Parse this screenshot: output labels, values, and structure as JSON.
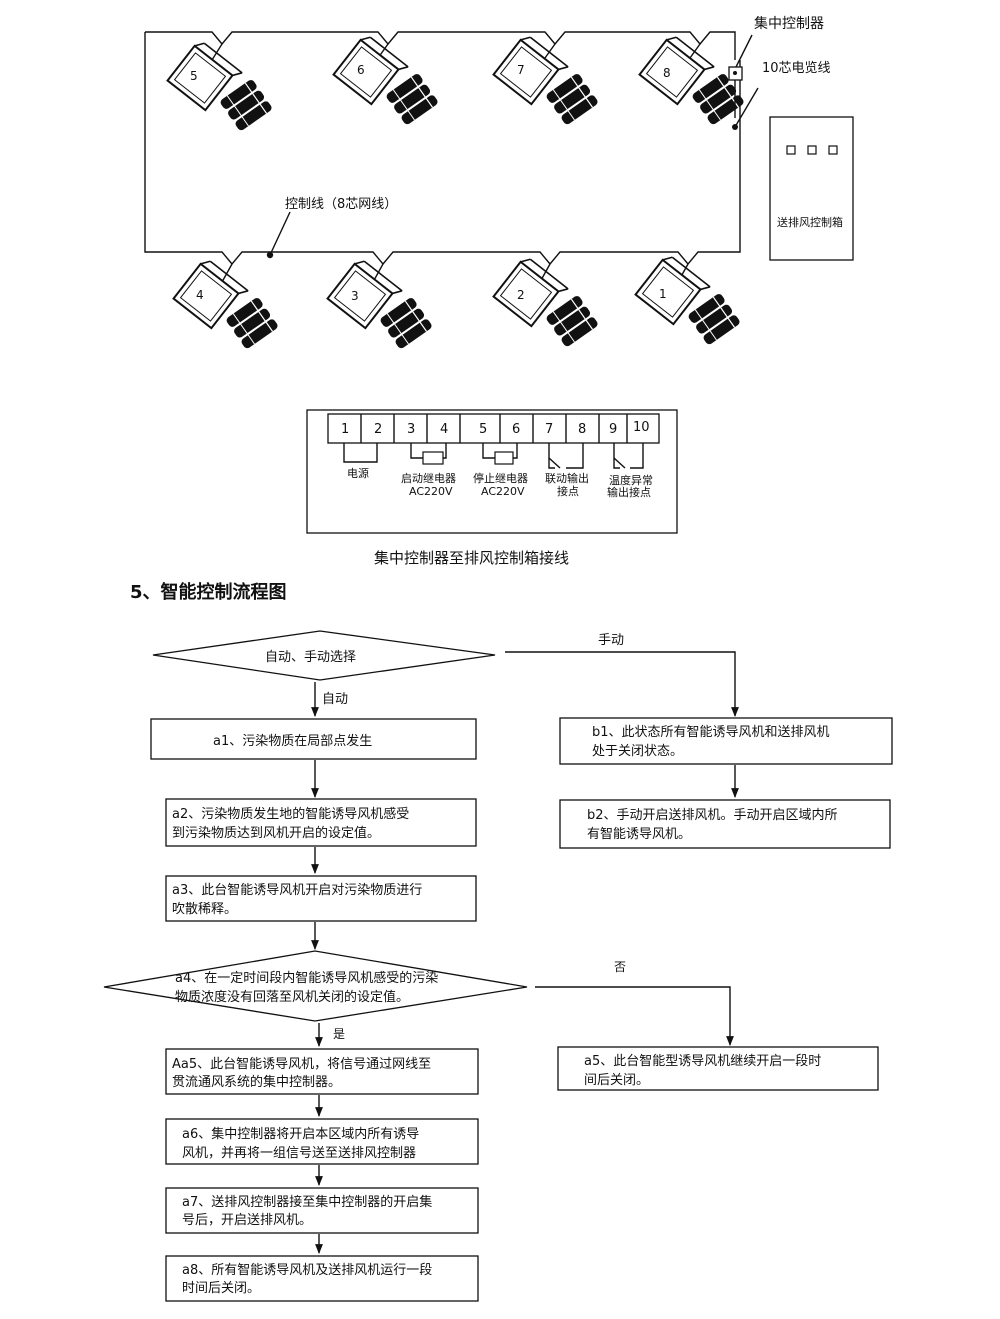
{
  "network": {
    "units_top": [
      "5",
      "6",
      "7",
      "8"
    ],
    "units_bottom": [
      "4",
      "3",
      "2",
      "1"
    ],
    "label_central_controller": "集中控制器",
    "label_cable": "10芯电览线",
    "label_control_line": "控制线（8芯网线）",
    "label_control_box": "送排风控制箱"
  },
  "terminal": {
    "numbers": [
      "1",
      "2",
      "3",
      "4",
      "5",
      "6",
      "7",
      "8",
      "9",
      "10"
    ],
    "label_power": "电源",
    "label_start_relay": [
      "启动继电器",
      "AC220V"
    ],
    "label_stop_relay": [
      "停止继电器",
      "AC220V"
    ],
    "label_linkage": [
      "联动输出",
      "接点"
    ],
    "label_temp": [
      "温度异常",
      "输出接点"
    ],
    "caption": "集中控制器至排风控制箱接线"
  },
  "section_title": "5、智能控制流程图",
  "flow": {
    "d1": "自动、手动选择",
    "label_manual": "手动",
    "label_auto": "自动",
    "a1": [
      "a1、污染物质在局部点发生"
    ],
    "a2": [
      "a2、污染物质发生地的智能诱导风机感受",
      "到污染物质达到风机开启的设定值。"
    ],
    "a3": [
      "a3、此台智能诱导风机开启对污染物质进行",
      "吹散稀释。"
    ],
    "d2": [
      "a4、在一定时间段内智能诱导风机感受的污染",
      "物质浓度没有回落至风机关闭的设定值。"
    ],
    "label_no": "否",
    "label_yes": "是",
    "aa5": [
      "Aa5、此台智能诱导风机，将信号通过网线至",
      "贯流通风系统的集中控制器。"
    ],
    "a6": [
      "a6、集中控制器将开启本区域内所有诱导",
      "风机，并再将一组信号送至送排风控制器"
    ],
    "a7": [
      "a7、送排风控制器接至集中控制器的开启集",
      "号后，开启送排风机。"
    ],
    "a8": [
      "a8、所有智能诱导风机及送排风机运行一段",
      "时间后关闭。"
    ],
    "b1": [
      "b1、此状态所有智能诱导风机和送排风机",
      "处于关闭状态。"
    ],
    "b2": [
      "b2、手动开启送排风机。手动开启区域内所",
      "有智能诱导风机。"
    ],
    "a5": [
      "a5、此台智能型诱导风机继续开启一段时",
      "间后关闭。"
    ]
  }
}
